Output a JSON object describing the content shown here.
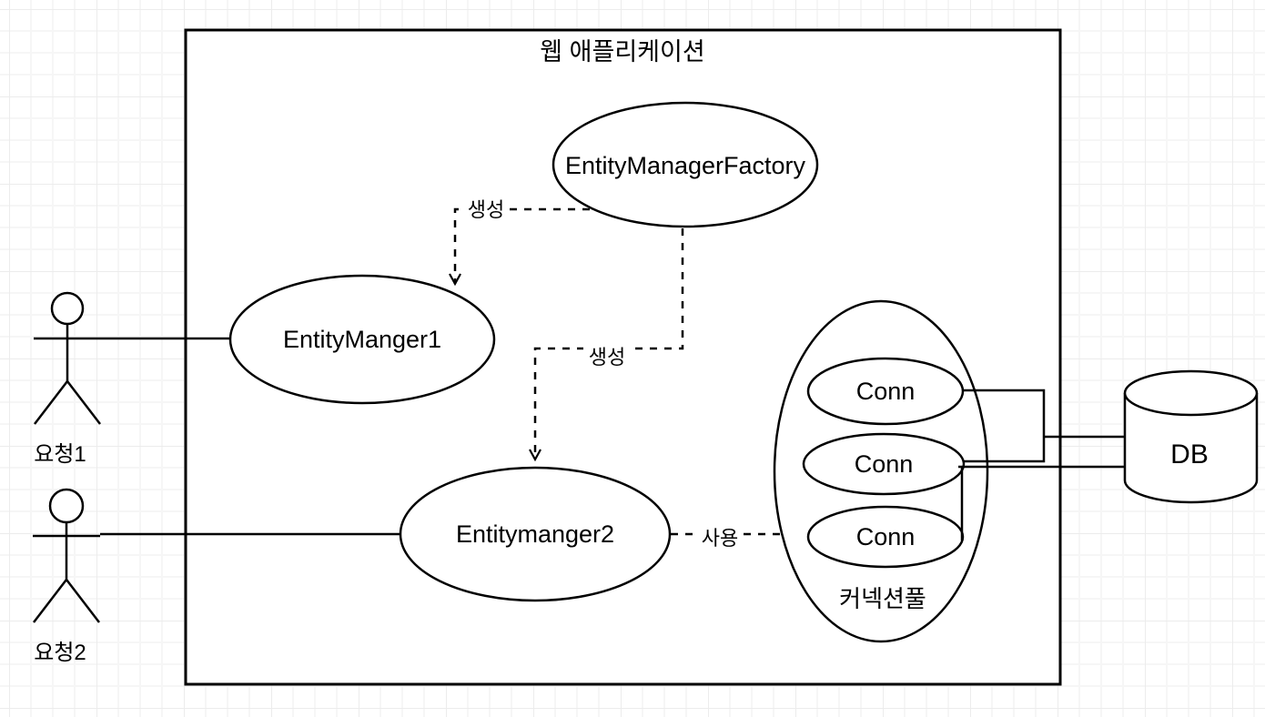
{
  "diagram": {
    "title": "웹 애플리케이션",
    "nodes": {
      "factory": {
        "label": "EntityManagerFactory"
      },
      "em1": {
        "label": "EntityManger1"
      },
      "em2": {
        "label": "Entitymanger2"
      },
      "conn1": {
        "label": "Conn"
      },
      "conn2": {
        "label": "Conn"
      },
      "conn3": {
        "label": "Conn"
      },
      "pool": {
        "label": "커넥션풀"
      },
      "db": {
        "label": "DB"
      }
    },
    "actors": {
      "actor1": {
        "label": "요청1"
      },
      "actor2": {
        "label": "요청2"
      }
    },
    "edges": {
      "create_em1": {
        "label": "생성",
        "style": "dashed-arrow"
      },
      "create_em2": {
        "label": "생성",
        "style": "dashed-arrow"
      },
      "use_pool": {
        "label": "사용",
        "style": "dashed-arrow"
      }
    },
    "colors": {
      "stroke": "#000000",
      "shape_fill": "#ffffff",
      "canvas": "#ffffff",
      "grid_minor": "#f6f6f6",
      "grid_major": "#ececec"
    }
  }
}
